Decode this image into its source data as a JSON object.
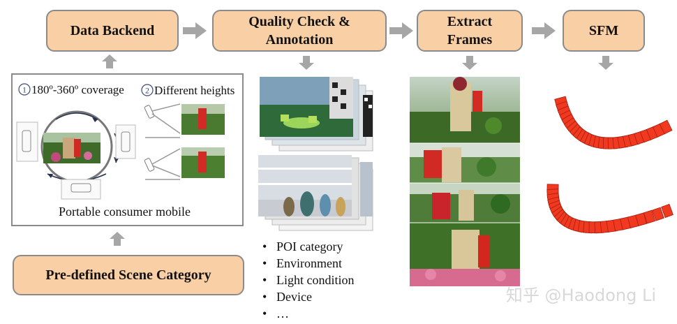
{
  "stages": {
    "data_backend": "Data Backend",
    "quality_check": "Quality Check &\nAnnotation",
    "extract_frames": "Extract\nFrames",
    "sfm": "SFM",
    "predefined": "Pre-defined Scene Category"
  },
  "capture": {
    "coverage_num": "1",
    "coverage_label": "180º-360º coverage",
    "heights_num": "2",
    "heights_label": "Different heights",
    "caption": "Portable consumer mobile"
  },
  "annotation_items": [
    "POI category",
    "Environment",
    "Light condition",
    "Device",
    "…"
  ],
  "watermark": "知乎 @Haodong Li",
  "colors": {
    "stage_fill": "#f9cfa6",
    "stage_border": "#8a8a8a",
    "arrow": "#a6a6a6",
    "camera_red": "#f0391f"
  }
}
